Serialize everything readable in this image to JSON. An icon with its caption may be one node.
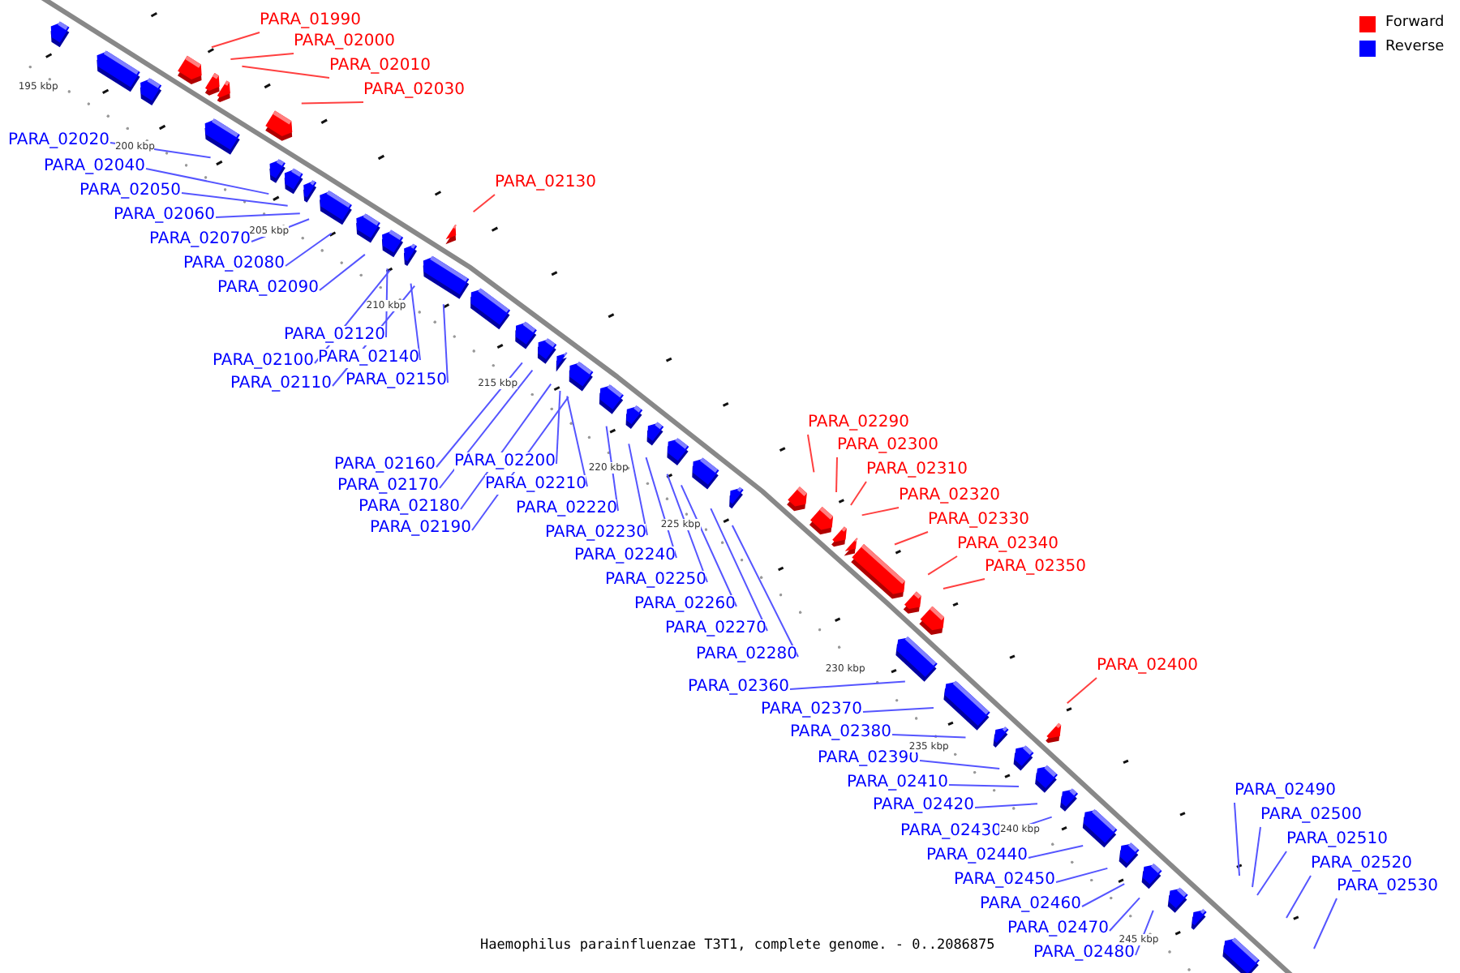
{
  "diagram": {
    "caption": "Haemophilus parainfluenzae T3T1, complete genome. - 0..2086875",
    "nodes": [
      {
        "text": [
          "PARA_01990"
        ]
      },
      {
        "text": [
          "PARA_02000"
        ]
      },
      {
        "text": [
          "PARA_02010"
        ]
      },
      {
        "text": [
          "PARA_02030"
        ]
      },
      {
        "text": [
          "PARA_02020"
        ]
      },
      {
        "text": [
          "PARA_02040"
        ]
      },
      {
        "text": [
          "PARA_02050"
        ]
      },
      {
        "text": [
          "PARA_02130"
        ]
      },
      {
        "text": [
          "PARA_02060"
        ]
      },
      {
        "text": [
          "PARA_02070"
        ]
      },
      {
        "text": [
          "PARA_02080"
        ]
      },
      {
        "text": [
          "PARA_02090"
        ]
      },
      {
        "text": [
          "PARA_02120"
        ]
      },
      {
        "text": [
          "PARA_02100"
        ]
      },
      {
        "text": [
          "PARA_02140"
        ]
      },
      {
        "text": [
          "PARA_02110"
        ]
      },
      {
        "text": [
          "PARA_02150"
        ]
      },
      {
        "text": [
          "PARA_02290"
        ]
      },
      {
        "text": [
          "PARA_02300"
        ]
      },
      {
        "text": [
          "PARA_02200"
        ]
      },
      {
        "text": [
          "PARA_02160"
        ]
      },
      {
        "text": [
          "PARA_02310"
        ]
      },
      {
        "text": [
          "PARA_02170"
        ]
      },
      {
        "text": [
          "PARA_02210"
        ]
      },
      {
        "text": [
          "PARA_02320"
        ]
      },
      {
        "text": [
          "PARA_02180"
        ]
      },
      {
        "text": [
          "PARA_02220"
        ]
      },
      {
        "text": [
          "PARA_02330"
        ]
      },
      {
        "text": [
          "PARA_02190"
        ]
      },
      {
        "text": [
          "PARA_02230"
        ]
      },
      {
        "text": [
          "PARA_02340"
        ]
      },
      {
        "text": [
          "PARA_02240"
        ]
      },
      {
        "text": [
          "PARA_02350"
        ]
      },
      {
        "text": [
          "PARA_02250"
        ]
      },
      {
        "text": [
          "PARA_02260"
        ]
      },
      {
        "text": [
          "PARA_02270"
        ]
      },
      {
        "text": [
          "PARA_02280"
        ]
      },
      {
        "text": [
          "PARA_02400"
        ]
      },
      {
        "text": [
          "PARA_02360"
        ]
      },
      {
        "text": [
          "PARA_02370"
        ]
      },
      {
        "text": [
          "PARA_02380"
        ]
      },
      {
        "text": [
          "PARA_02390"
        ]
      },
      {
        "text": [
          "PARA_02410"
        ]
      },
      {
        "text": [
          "PARA_02420"
        ]
      },
      {
        "text": [
          "PARA_02490"
        ]
      },
      {
        "text": [
          "PARA_02430"
        ]
      },
      {
        "text": [
          "PARA_02500"
        ]
      },
      {
        "text": [
          "PARA_02440"
        ]
      },
      {
        "text": [
          "PARA_02510"
        ]
      },
      {
        "text": [
          "PARA_02450"
        ]
      },
      {
        "text": [
          "PARA_02520"
        ]
      },
      {
        "text": [
          "PARA_02460"
        ]
      },
      {
        "text": [
          "PARA_02530"
        ]
      },
      {
        "text": [
          "PARA_02470"
        ]
      },
      {
        "text": [
          "PARA_02480"
        ]
      }
    ],
    "edges": [
      {
        "from": 0,
        "to": null,
        "arrow": "none",
        "color": "#ff4040"
      },
      {
        "from": 1,
        "to": null,
        "arrow": "none",
        "color": "#ff4040"
      },
      {
        "from": 2,
        "to": null,
        "arrow": "none",
        "color": "#ff4040"
      },
      {
        "from": 3,
        "to": null,
        "arrow": "none",
        "color": "#ff4040"
      },
      {
        "from": 4,
        "to": null,
        "arrow": "none"
      },
      {
        "from": 5,
        "to": null,
        "arrow": "none"
      },
      {
        "from": 6,
        "to": null,
        "arrow": "none"
      },
      {
        "from": 7,
        "to": null,
        "arrow": "none",
        "color": "#ff4040"
      },
      {
        "from": 8,
        "to": null,
        "arrow": "none"
      },
      {
        "from": 9,
        "to": null,
        "arrow": "none"
      },
      {
        "from": 10,
        "to": null,
        "arrow": "none"
      },
      {
        "from": 11,
        "to": null,
        "arrow": "none"
      },
      {
        "from": 12,
        "to": null,
        "arrow": "none"
      },
      {
        "from": 13,
        "to": null,
        "arrow": "none"
      },
      {
        "from": 14,
        "to": null,
        "arrow": "none"
      },
      {
        "from": 15,
        "to": null,
        "arrow": "none"
      },
      {
        "from": 16,
        "to": null,
        "arrow": "none"
      },
      {
        "from": 17,
        "to": null,
        "arrow": "none",
        "color": "#ff4040"
      },
      {
        "from": 18,
        "to": null,
        "arrow": "none",
        "color": "#ff4040"
      },
      {
        "from": 19,
        "to": null,
        "arrow": "none"
      },
      {
        "from": 20,
        "to": null,
        "arrow": "none"
      },
      {
        "from": 21,
        "to": null,
        "arrow": "none",
        "color": "#ff4040"
      },
      {
        "from": 22,
        "to": null,
        "arrow": "none"
      },
      {
        "from": 23,
        "to": null,
        "arrow": "none"
      },
      {
        "from": 24,
        "to": null,
        "arrow": "none",
        "color": "#ff4040"
      },
      {
        "from": 25,
        "to": null,
        "arrow": "none"
      },
      {
        "from": 26,
        "to": null,
        "arrow": "none"
      },
      {
        "from": 27,
        "to": null,
        "arrow": "none",
        "color": "#ff4040"
      },
      {
        "from": 28,
        "to": null,
        "arrow": "none"
      },
      {
        "from": 29,
        "to": null,
        "arrow": "none"
      },
      {
        "from": 30,
        "to": null,
        "arrow": "none",
        "color": "#ff4040"
      },
      {
        "from": 31,
        "to": null,
        "arrow": "none"
      },
      {
        "from": 32,
        "to": null,
        "arrow": "none",
        "color": "#ff4040"
      },
      {
        "from": 33,
        "to": null,
        "arrow": "none"
      },
      {
        "from": 34,
        "to": null,
        "arrow": "none"
      },
      {
        "from": 35,
        "to": null,
        "arrow": "none"
      },
      {
        "from": 36,
        "to": null,
        "arrow": "none"
      },
      {
        "from": 37,
        "to": null,
        "arrow": "none",
        "color": "#ff4040"
      },
      {
        "from": 38,
        "to": null,
        "arrow": "none"
      },
      {
        "from": 39,
        "to": null,
        "arrow": "none"
      },
      {
        "from": 40,
        "to": null,
        "arrow": "none"
      },
      {
        "from": 41,
        "to": null,
        "arrow": "none"
      },
      {
        "from": 42,
        "to": null,
        "arrow": "none"
      },
      {
        "from": 43,
        "to": null,
        "arrow": "none"
      },
      {
        "from": 44,
        "to": null,
        "arrow": "none"
      },
      {
        "from": 45,
        "to": null,
        "arrow": "none"
      },
      {
        "from": 46,
        "to": null,
        "arrow": "none"
      },
      {
        "from": 47,
        "to": null,
        "arrow": "none"
      },
      {
        "from": 48,
        "to": null,
        "arrow": "none"
      },
      {
        "from": 49,
        "to": null,
        "arrow": "none"
      },
      {
        "from": 50,
        "to": null,
        "arrow": "none"
      },
      {
        "from": 51,
        "to": null,
        "arrow": "none"
      },
      {
        "from": 52,
        "to": null,
        "arrow": "none"
      },
      {
        "from": 53,
        "to": null,
        "arrow": "none"
      },
      {
        "from": 54,
        "to": null,
        "arrow": "none"
      }
    ],
    "labels": [
      "195 kbp",
      "200 kbp",
      "205 kbp",
      "210 kbp",
      "215 kbp",
      "220 kbp",
      "225 kbp",
      "230 kbp",
      "235 kbp",
      "240 kbp",
      "245 kbp"
    ],
    "legend": [
      {
        "text": "Forward",
        "color": "#ff0000"
      },
      {
        "text": "Reverse",
        "color": "#0000ff"
      }
    ]
  }
}
